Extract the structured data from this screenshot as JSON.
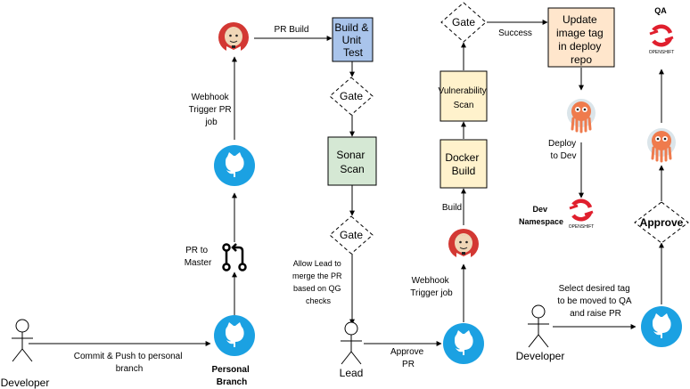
{
  "actors": {
    "developer_left": "Developer",
    "lead": "Lead",
    "developer_right": "Developer"
  },
  "boxes": {
    "build_unit_test": [
      "Build &",
      "Unit",
      "Test"
    ],
    "sonar_scan": [
      "Sonar",
      "Scan"
    ],
    "docker_build": [
      "Docker",
      "Build"
    ],
    "vulnerability_scan": [
      "Vulnerability",
      "Scan"
    ],
    "update_image_tag": [
      "Update",
      "image tag",
      "in deploy",
      "repo"
    ]
  },
  "gates": {
    "gate_1": "Gate",
    "gate_2": "Gate",
    "gate_3": "Gate",
    "approve": "Approve"
  },
  "labels": {
    "pr_build": "PR Build",
    "webhook_trigger_pr": [
      "Webhook",
      "Trigger PR",
      "job"
    ],
    "pr_to_master": [
      "PR to",
      "Master"
    ],
    "commit_push": [
      "Commit & Push to personal",
      "branch"
    ],
    "personal_branch": [
      "Personal",
      "Branch"
    ],
    "allow_lead": [
      "Allow Lead to",
      "merge the PR",
      "based on QG",
      "checks"
    ],
    "approve_pr": [
      "Approve",
      "PR"
    ],
    "webhook_trigger": [
      "Webhook",
      "Trigger job"
    ],
    "build": "Build",
    "success": "Success",
    "deploy_to_dev": [
      "Deploy",
      "to Dev"
    ],
    "dev_namespace": [
      "Dev",
      "Namespace"
    ],
    "select_tag": [
      "Select desired tag",
      "to be moved to QA",
      "and raise PR"
    ],
    "qa": "QA",
    "openshift": "OPENSHIFT"
  },
  "colors": {
    "github_blue": "#1ba1e2",
    "jenkins_red": "#d33833",
    "argo_orange": "#ef7b4d",
    "openshift_red": "#e01f2d",
    "build_fill": "#a9c4eb",
    "sonar_fill": "#d5e8d4",
    "yellow_fill": "#fff2cc",
    "update_fill": "#ffe6cc"
  },
  "icons": {
    "github": "github-octocat-icon",
    "jenkins": "jenkins-butler-icon",
    "argocd": "argocd-octopus-icon",
    "openshift": "openshift-logo-icon",
    "git_pr": "git-pull-request-icon",
    "person": "stick-figure-icon"
  }
}
